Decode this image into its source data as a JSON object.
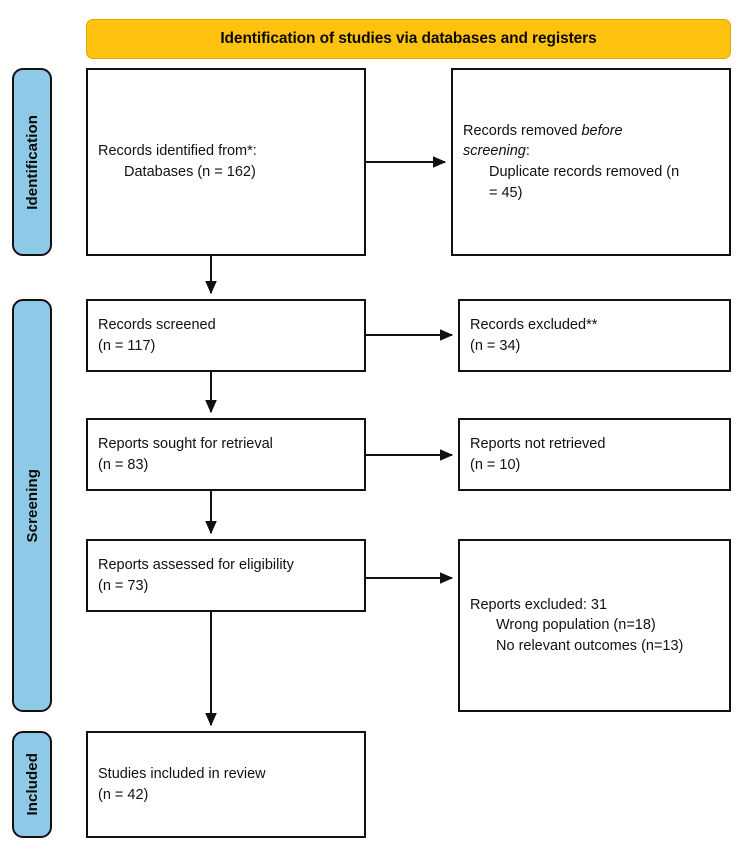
{
  "banner": {
    "title": "Identification of studies via databases and registers"
  },
  "stages": [
    {
      "id": "identification",
      "label": "Identification"
    },
    {
      "id": "screening",
      "label": "Screening"
    },
    {
      "id": "included",
      "label": "Included"
    }
  ],
  "boxes": {
    "identified": {
      "line1": "Records identified from*:",
      "line2": "Databases (n = 162)"
    },
    "removed": {
      "line1_pre": "Records removed ",
      "line1_em": "before",
      "line2_em": "screening",
      "line2_post": ":",
      "line3": "Duplicate records removed (n",
      "line4": "= 45)"
    },
    "screened": {
      "line1": "Records screened",
      "line2": "(n = 117)"
    },
    "excluded": {
      "line1": "Records excluded**",
      "line2": "(n = 34)"
    },
    "sought": {
      "line1": "Reports sought for retrieval",
      "line2": "(n = 83)"
    },
    "not_retrieved": {
      "line1": "Reports not retrieved",
      "line2": "(n = 10)"
    },
    "assessed": {
      "line1": "Reports assessed for eligibility",
      "line2": "(n = 73)"
    },
    "reports_excluded": {
      "line1": "Reports excluded: 31",
      "line2": "Wrong population (n=18)",
      "line3": "No relevant outcomes (n=13)"
    },
    "included": {
      "line1": "Studies included in review",
      "line2": "(n = 42)"
    }
  },
  "colors": {
    "banner_fill": "#FFC20E",
    "stage_fill": "#8FC9E8",
    "box_border": "#111111",
    "connector": "#111111",
    "text": "#111111"
  },
  "counts": {
    "records_identified_databases": 162,
    "duplicate_records_removed": 45,
    "records_screened": 117,
    "records_excluded": 34,
    "reports_sought": 83,
    "reports_not_retrieved": 10,
    "reports_assessed": 73,
    "reports_excluded_total": 31,
    "wrong_population": 18,
    "no_relevant_outcomes": 13,
    "studies_included": 42
  }
}
